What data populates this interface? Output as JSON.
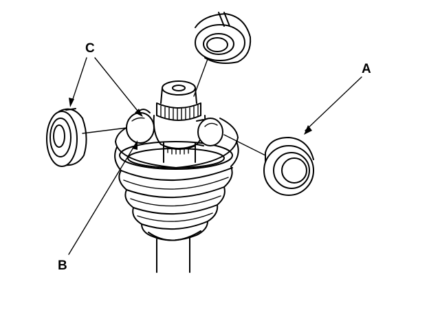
{
  "diagram": {
    "labels": {
      "a": "A",
      "b": "B",
      "c": "C"
    },
    "colors": {
      "ink": "#000000",
      "paper": "#ffffff"
    }
  }
}
